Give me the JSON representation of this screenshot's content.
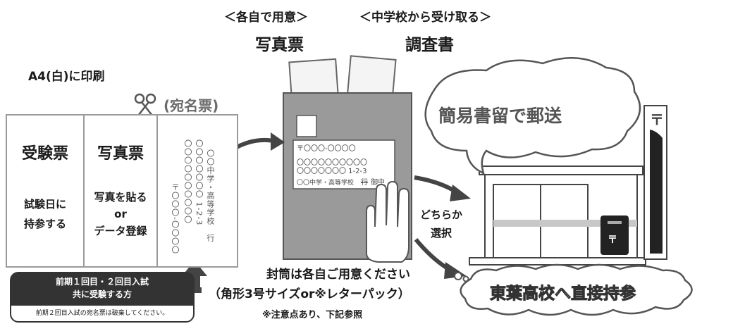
{
  "headers": {
    "self_prepare": "＜各自で用意＞",
    "from_school": "＜中学校から受け取る＞",
    "photo_card": "写真票",
    "survey": "調査書"
  },
  "print": {
    "a4": "A4(白)に印刷",
    "address_card": "(宛名票)"
  },
  "panels": {
    "exam_card": {
      "title": "受験票",
      "line1": "試験日に",
      "line2": "持参する"
    },
    "photo_card": {
      "title": "写真票",
      "line1": "写真を貼る",
      "line2": "or",
      "line3": "データ登録"
    },
    "address": {
      "col1": "〒〇〇〇-〇〇〇〇",
      "col2": "〇〇〇〇〇〇〇〇〇〇",
      "col3": "〇〇〇〇〇〇〇 1-2-3",
      "col4": "〇〇中学・高等学校　行"
    }
  },
  "envelope": {
    "postal": "〒〇〇〇-〇〇〇〇",
    "line1": "〇〇〇〇〇〇〇〇〇〇",
    "line2": "〇〇〇〇〇〇〇 1-2-3",
    "line3": "〇〇中学・高等学校",
    "struck": "行",
    "honorific": "御中"
  },
  "post_office": {
    "bubble": "簡易書留で郵送",
    "symbol": "〒"
  },
  "choice": {
    "line1": "どちらか",
    "line2": "選択"
  },
  "notes": {
    "envelope": "封筒は各自ご用意ください",
    "size": "（角形3号サイズor※レターパック）",
    "warning": "※注意点あり、下記参照"
  },
  "delivery": "東葉高校へ直接持参",
  "applicants": {
    "line1": "前期１回目・２回目入試",
    "line2": "共に受験する方",
    "footnote": "前期２回目入試の宛名票は破棄してください。"
  }
}
